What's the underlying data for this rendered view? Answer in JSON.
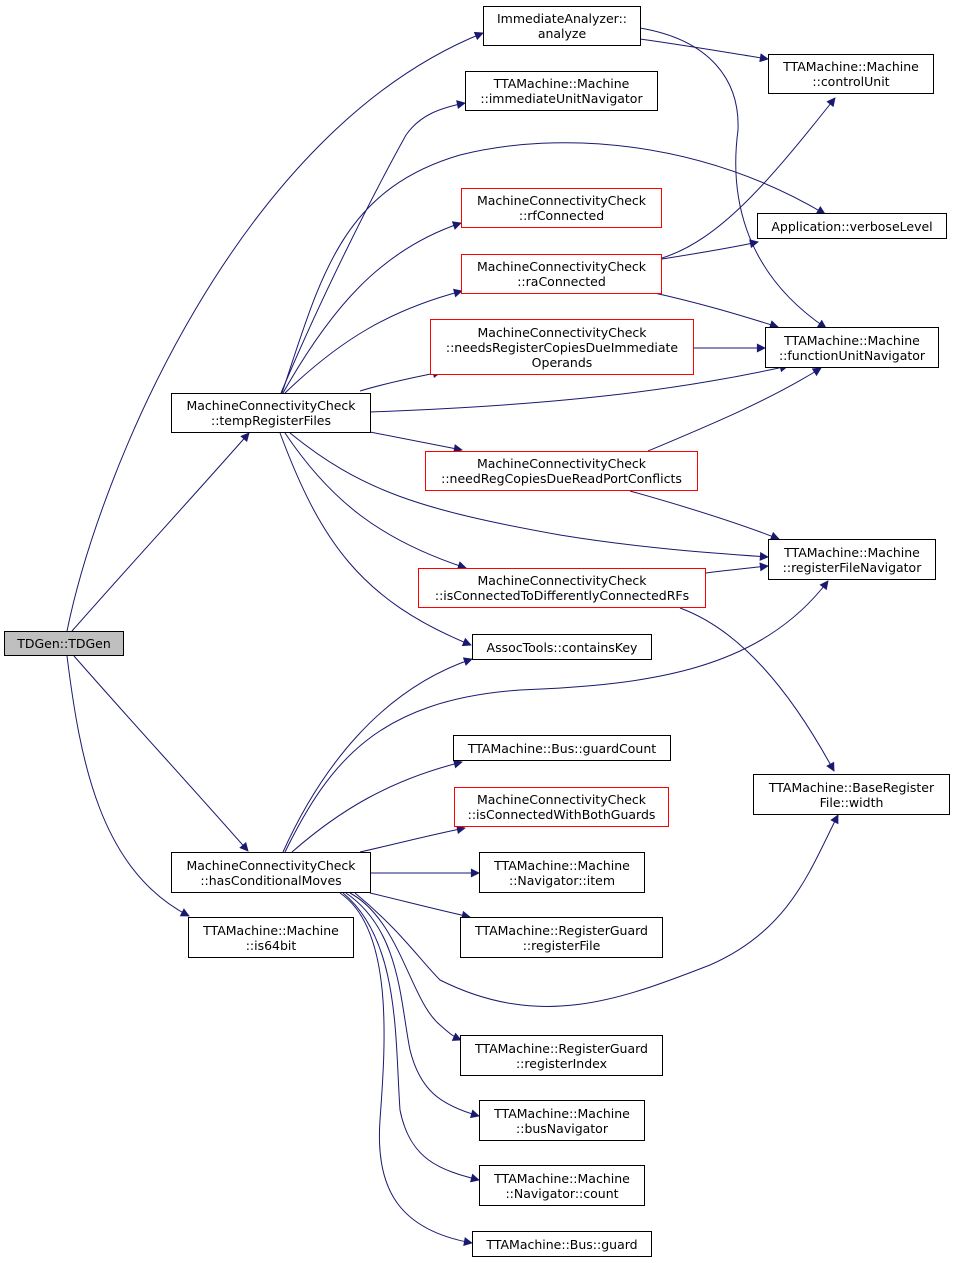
{
  "colors": {
    "edge": "#191970",
    "node_border": "#000000",
    "node_border_incomplete": "#ff0000",
    "root_fill": "#bfbfbf"
  },
  "nodes": {
    "tdgen": {
      "lines": [
        "TDGen::TDGen"
      ]
    },
    "immediate_analyzer": {
      "lines": [
        "ImmediateAnalyzer::",
        "analyze"
      ]
    },
    "immediate_unit_navigator": {
      "lines": [
        "TTAMachine::Machine",
        "::immediateUnitNavigator"
      ]
    },
    "control_unit": {
      "lines": [
        "TTAMachine::Machine",
        "::controlUnit"
      ]
    },
    "rf_connected": {
      "lines": [
        "MachineConnectivityCheck",
        "::rfConnected"
      ]
    },
    "verbose_level": {
      "lines": [
        "Application::verboseLevel"
      ]
    },
    "ra_connected": {
      "lines": [
        "MachineConnectivityCheck",
        "::raConnected"
      ]
    },
    "needs_register_copies": {
      "lines": [
        "MachineConnectivityCheck",
        "::needsRegisterCopiesDueImmediate",
        "Operands"
      ]
    },
    "function_unit_navigator": {
      "lines": [
        "TTAMachine::Machine",
        "::functionUnitNavigator"
      ]
    },
    "temp_register_files": {
      "lines": [
        "MachineConnectivityCheck",
        "::tempRegisterFiles"
      ]
    },
    "need_reg_copies_read_port": {
      "lines": [
        "MachineConnectivityCheck",
        "::needRegCopiesDueReadPortConflicts"
      ]
    },
    "register_file_navigator": {
      "lines": [
        "TTAMachine::Machine",
        "::registerFileNavigator"
      ]
    },
    "is_connected_diff_rfs": {
      "lines": [
        "MachineConnectivityCheck",
        "::isConnectedToDifferentlyConnectedRFs"
      ]
    },
    "contains_key": {
      "lines": [
        "AssocTools::containsKey"
      ]
    },
    "guard_count": {
      "lines": [
        "TTAMachine::Bus::guardCount"
      ]
    },
    "base_register_file_width": {
      "lines": [
        "TTAMachine::BaseRegister",
        "File::width"
      ]
    },
    "is_connected_both_guards": {
      "lines": [
        "MachineConnectivityCheck",
        "::isConnectedWithBothGuards"
      ]
    },
    "has_conditional_moves": {
      "lines": [
        "MachineConnectivityCheck",
        "::hasConditionalMoves"
      ]
    },
    "navigator_item": {
      "lines": [
        "TTAMachine::Machine",
        "::Navigator::item"
      ]
    },
    "is64bit": {
      "lines": [
        "TTAMachine::Machine",
        "::is64bit"
      ]
    },
    "register_guard_register_file": {
      "lines": [
        "TTAMachine::RegisterGuard",
        "::registerFile"
      ]
    },
    "register_guard_register_index": {
      "lines": [
        "TTAMachine::RegisterGuard",
        "::registerIndex"
      ]
    },
    "bus_navigator": {
      "lines": [
        "TTAMachine::Machine",
        "::busNavigator"
      ]
    },
    "navigator_count": {
      "lines": [
        "TTAMachine::Machine",
        "::Navigator::count"
      ]
    },
    "bus_guard": {
      "lines": [
        "TTAMachine::Bus::guard"
      ]
    }
  }
}
